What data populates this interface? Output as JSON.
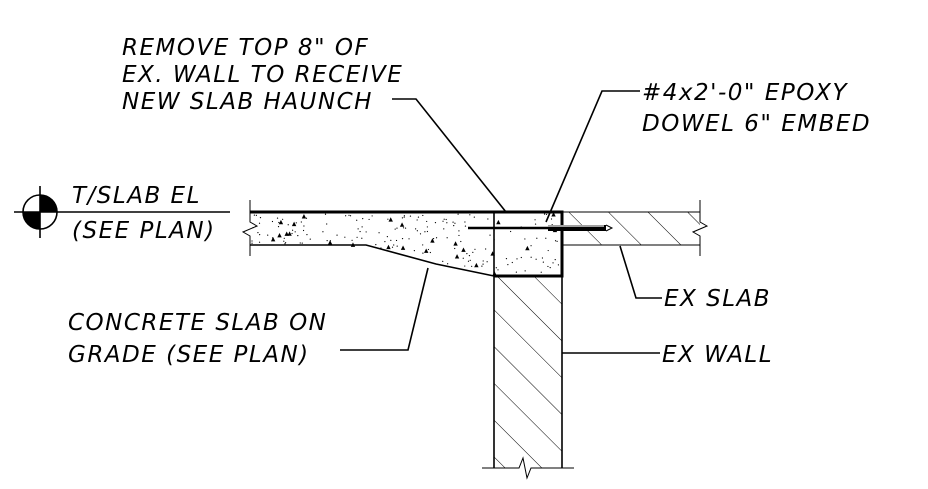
{
  "labels": {
    "remove_top_line1": "REMOVE TOP 8\" OF",
    "remove_top_line2": "EX. WALL TO RECEIVE",
    "remove_top_line3": "NEW SLAB HAUNCH",
    "dowel_line1": "#4x2'-0\" EPOXY",
    "dowel_line2": "DOWEL 6\" EMBED",
    "elev_line1": "T/SLAB EL",
    "elev_line2": "(SEE PLAN)",
    "slab_line1": "CONCRETE SLAB ON",
    "slab_line2": "GRADE (SEE PLAN)",
    "ex_slab": "EX SLAB",
    "ex_wall": "EX WALL"
  }
}
